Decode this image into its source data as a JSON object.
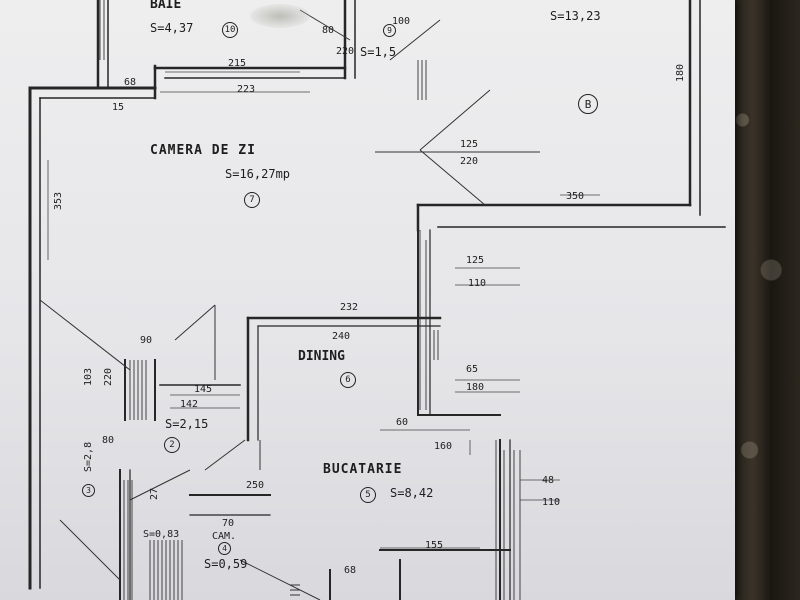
{
  "rooms": {
    "baie": {
      "name": "BAIE",
      "area": "S=4,37",
      "number": "10"
    },
    "room_b": {
      "area": "S=13,23",
      "number": "B"
    },
    "camera_de_zi": {
      "name": "CAMERA DE ZI",
      "area": "S=16,27mp",
      "number": "7"
    },
    "dining": {
      "name": "DINING",
      "number": "6"
    },
    "bucatarie": {
      "name": "BUCATARIE",
      "area": "S=8,42",
      "number": "5"
    },
    "hol": {
      "area": "S=2,15",
      "number": "2"
    },
    "cam": {
      "name": "CAM.",
      "area": "S=0,59",
      "number": "4"
    },
    "small_1": {
      "area": "S=2,8",
      "number": "3"
    },
    "small_2": {
      "area": "S=0,83"
    },
    "small_3": {
      "area": "S=1,5",
      "number": "9"
    }
  },
  "dimensions": {
    "d215": "215",
    "d223": "223",
    "d68a": "68",
    "d15": "15",
    "d353": "353",
    "d125a": "125",
    "d220a": "220",
    "d350": "350",
    "d180": "180",
    "d125b": "125",
    "d110a": "110",
    "d232": "232",
    "d240": "240",
    "d65": "65",
    "d180b": "180",
    "d160": "160",
    "d60": "60",
    "d48": "48",
    "d110b": "110",
    "d155": "155",
    "d68b": "68",
    "d103": "103",
    "d220b": "220",
    "d145": "145",
    "d142": "142",
    "d80a": "80",
    "d80b": "80",
    "d100": "100",
    "d220c": "220",
    "d70": "70",
    "d90": "90",
    "d250": "250",
    "d27": "27"
  }
}
